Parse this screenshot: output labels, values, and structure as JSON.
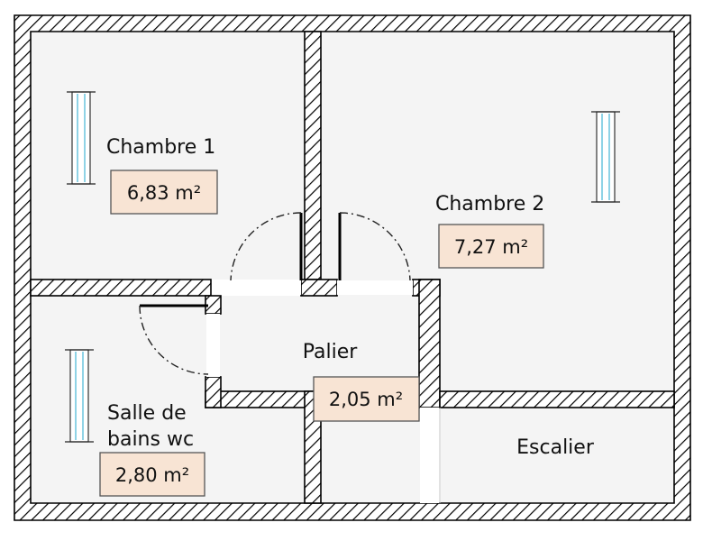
{
  "rooms": {
    "chambre1": {
      "label": "Chambre 1",
      "area": "6,83 m²"
    },
    "chambre2": {
      "label": "Chambre 2",
      "area": "7,27 m²"
    },
    "palier": {
      "label": "Palier",
      "area": "2,05 m²"
    },
    "sdb": {
      "label_line1": "Salle de",
      "label_line2": "bains wc",
      "area": "2,80 m²"
    },
    "escalier": {
      "label": "Escalier"
    }
  },
  "colors": {
    "area_box_fill": "#f8e4d4",
    "window_glass": "#8fd3e6",
    "wall_hatch": "#000000",
    "floor": "#f4f4f4"
  }
}
